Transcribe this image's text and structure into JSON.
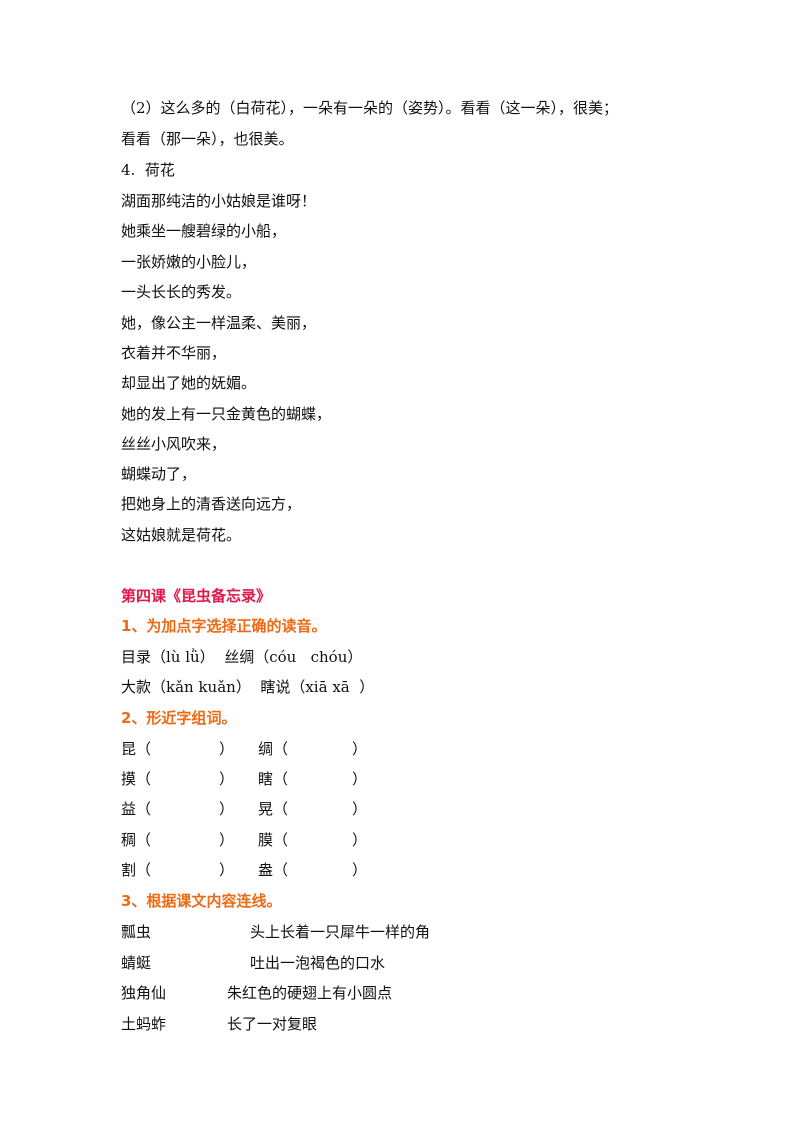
{
  "section_prev": {
    "item2_line1": "（2）这么多的（白荷花），一朵有一朵的（姿势）。看看（这一朵），很美；",
    "item2_line2": "看看（那一朵），也很美。",
    "item4_label": "4.  荷花",
    "poem": [
      "湖面那纯洁的小姑娘是谁呀！",
      "她乘坐一艘碧绿的小船，",
      "一张娇嫩的小脸儿，",
      "一头长长的秀发。",
      "她，像公主一样温柔、美丽，",
      "衣着并不华丽，",
      "却显出了她的妩媚。",
      "她的发上有一只金黄色的蝴蝶，",
      "丝丝小风吹来，",
      "蝴蝶动了，",
      "把她身上的清香送向远方，",
      "这姑娘就是荷花。"
    ]
  },
  "lesson4": {
    "title": "第四课《昆虫备忘录》",
    "q1": {
      "heading": "1、为加点字选择正确的读音。",
      "line1": "目录（lù lǜ）  丝绸（cóu   chóu）",
      "line2": "大款（kǎn kuǎn）  瞎说（xiā xā  ）"
    },
    "q2": {
      "heading": "2、形近字组词。",
      "rows": [
        {
          "left": "昆（",
          "left_close": "）",
          "right": "绸（",
          "right_close": "）"
        },
        {
          "left": "摸（",
          "left_close": "）",
          "right": "瞎（",
          "right_close": "）"
        },
        {
          "left": "益（",
          "left_close": "）",
          "right": "晃（",
          "right_close": "）"
        },
        {
          "left": "稠（",
          "left_close": "）",
          "right": "膜（",
          "right_close": "）"
        },
        {
          "left": "割（",
          "left_close": "）",
          "right": "盎（",
          "right_close": "）"
        }
      ]
    },
    "q3": {
      "heading": "3、根据课文内容连线。",
      "pairs": [
        {
          "insect": "瓢虫",
          "desc": "头上长着一只犀牛一样的角"
        },
        {
          "insect": "蜻蜓",
          "desc": "吐出一泡褐色的口水"
        },
        {
          "insect": "独角仙",
          "desc": "朱红色的硬翅上有小圆点"
        },
        {
          "insect": "土蚂蚱",
          "desc": "长了一对复眼"
        }
      ]
    }
  }
}
